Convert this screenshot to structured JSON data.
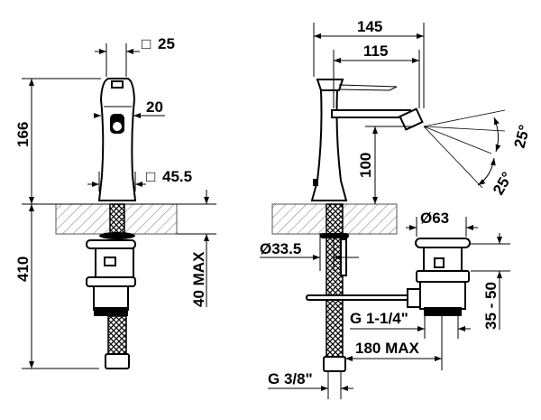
{
  "drawing": {
    "front_view": {
      "spout_square": "25",
      "handle_width": "20",
      "height_above_deck": "166",
      "base_square": "45.5",
      "height_below_deck": "410",
      "deck_thickness": "40 MAX"
    },
    "side_view": {
      "overall_reach": "145",
      "spout_reach": "115",
      "spray_angle_upper": "25°",
      "spray_angle_lower": "25°",
      "spout_height": "100",
      "hole_diameter": "Ø33.5",
      "drain_cap_diameter": "Ø63",
      "drain_adjust_range": "35 - 50",
      "drain_thread": "G 1-1/4\"",
      "rod_length": "180 MAX",
      "supply_thread": "G 3/8\""
    },
    "square_symbol": "□"
  }
}
